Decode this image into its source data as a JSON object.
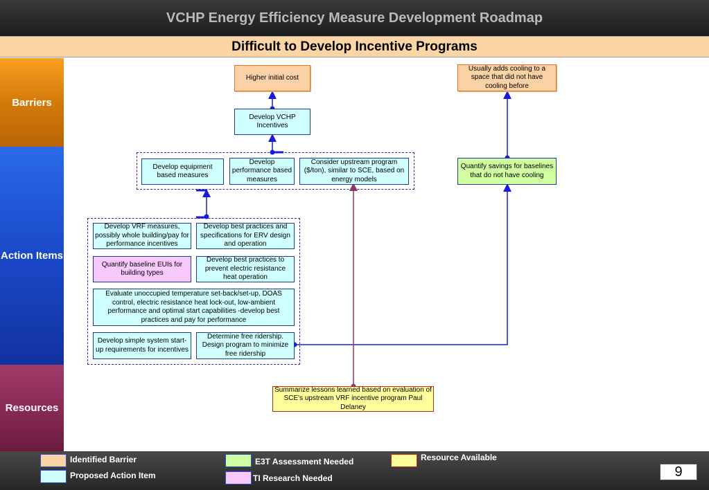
{
  "header": {
    "title": "VCHP Energy Efficiency Measure Development Roadmap",
    "subtitle": "Difficult to Develop Incentive Programs"
  },
  "lanes": {
    "barriers": "Barriers",
    "action_items": "Action Items",
    "resources": "Resources"
  },
  "barriers": {
    "higher_cost": "Higher initial cost",
    "adds_cooling": "Usually adds cooling to a space that did not have cooling before"
  },
  "actions": {
    "develop_incentives": "Develop VCHP Incentives",
    "equipment_measures": "Develop equipment based measures",
    "performance_measures": "Develop performance based measures",
    "upstream_program": "Consider upstream program ($/ton), similar to SCE, based on energy models",
    "quantify_savings": "Quantify savings for baselines that do not have cooling",
    "vrf_measures": "Develop VRF measures, possibly whole building/pay for performance incentives",
    "erv_practices": "Develop best practices and specifications for ERV design and operation",
    "baseline_euis": "Quantify baseline EUIs for building types",
    "electric_resistance": "Develop best practices to prevent electric resistance heat operation",
    "setback_doas": "Evaluate unoccupied temperature set-back/set-up, DOAS control, electric resistance heat lock-out, low-ambient performance and optimal start capabilities -develop best practices and pay for performance",
    "startup_requirements": "Develop simple system start-up requirements for incentives",
    "free_ridership": "Determine free ridership. Design program to minimize free ridership"
  },
  "resources": {
    "lessons_learned": "Summarize lessons learned based on evaluation of SCE's upstream VRF incentive program Paul Delaney"
  },
  "legend": {
    "identified_barrier": "Identified Barrier",
    "proposed_action": "Proposed Action Item",
    "e3t_assessment": "E3T Assessment Needed",
    "ti_research": "TI Research Needed",
    "resource_available": "Resource Available"
  },
  "page_number": "9",
  "colors": {
    "barrier_fill": "#fbd1a6",
    "action_fill": "#cffffe",
    "e3t_fill": "#cfffa0",
    "ti_fill": "#f8c8ff",
    "resource_fill": "#ffff9c",
    "connector_blue": "#1a1adc",
    "connector_purple": "#8a3a6a"
  }
}
